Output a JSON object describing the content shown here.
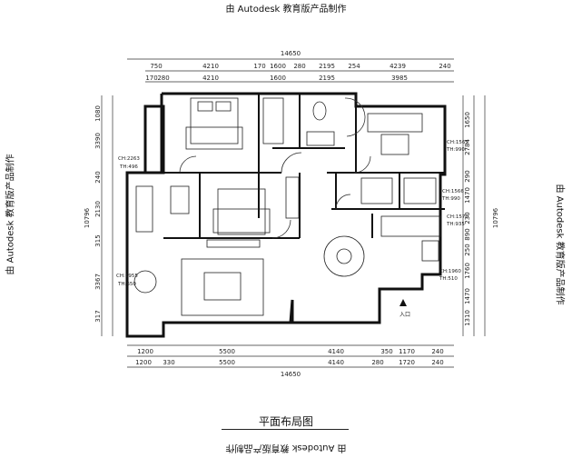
{
  "watermark": "由 Autodesk 教育版产品制作",
  "title": "平面布局图",
  "overall": {
    "width": "14650",
    "height": "10796"
  },
  "top_dims_row1": [
    "750",
    "4210",
    "170",
    "1600",
    "280",
    "2195",
    "254",
    "4239",
    "240"
  ],
  "top_dims_row2": [
    "170",
    "280",
    "4210",
    "1600",
    "2195",
    "3985"
  ],
  "bottom_dims_row1": [
    "1200",
    "5500",
    "4140",
    "350",
    "1170",
    "240"
  ],
  "bottom_dims_row2": [
    "1200",
    "330",
    "5500",
    "4140",
    "280",
    "1720",
    "240"
  ],
  "left_dims": [
    "1080",
    "3390",
    "240",
    "2130",
    "315",
    "3367",
    "317"
  ],
  "right_dims": [
    "1650",
    "2784",
    "290",
    "1470",
    "230",
    "890",
    "250",
    "1760",
    "1470",
    "1310"
  ],
  "notes": {
    "ch1": "CH:2263",
    "th1": "TH:496",
    "ch2": "CH:1955",
    "th2": "TH:650",
    "ch3": "CH:1565",
    "th3": "TH:990",
    "ch4": "CH:1566",
    "th4": "TH:990",
    "ch5": "CH:1570",
    "th5": "TH:935",
    "ch6": "CH:1960",
    "th6": "TH:510"
  },
  "entrance": "入口"
}
